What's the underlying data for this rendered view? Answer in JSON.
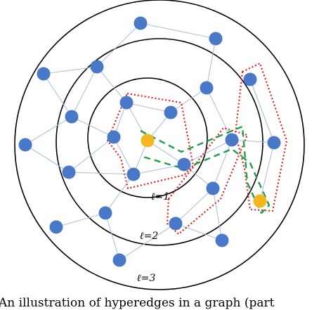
{
  "diagram": {
    "ring_labels": [
      "ℓ=1",
      "ℓ=2",
      "ℓ=3"
    ],
    "caption": "An illustration of hyperedges in a graph (part",
    "colors": {
      "node": "#4a78c8",
      "highlight_node": "#f5b61e",
      "edge": "#a9c4e0",
      "ring": "#000000",
      "hull": "#e0201c",
      "path": "#21a04b"
    }
  }
}
